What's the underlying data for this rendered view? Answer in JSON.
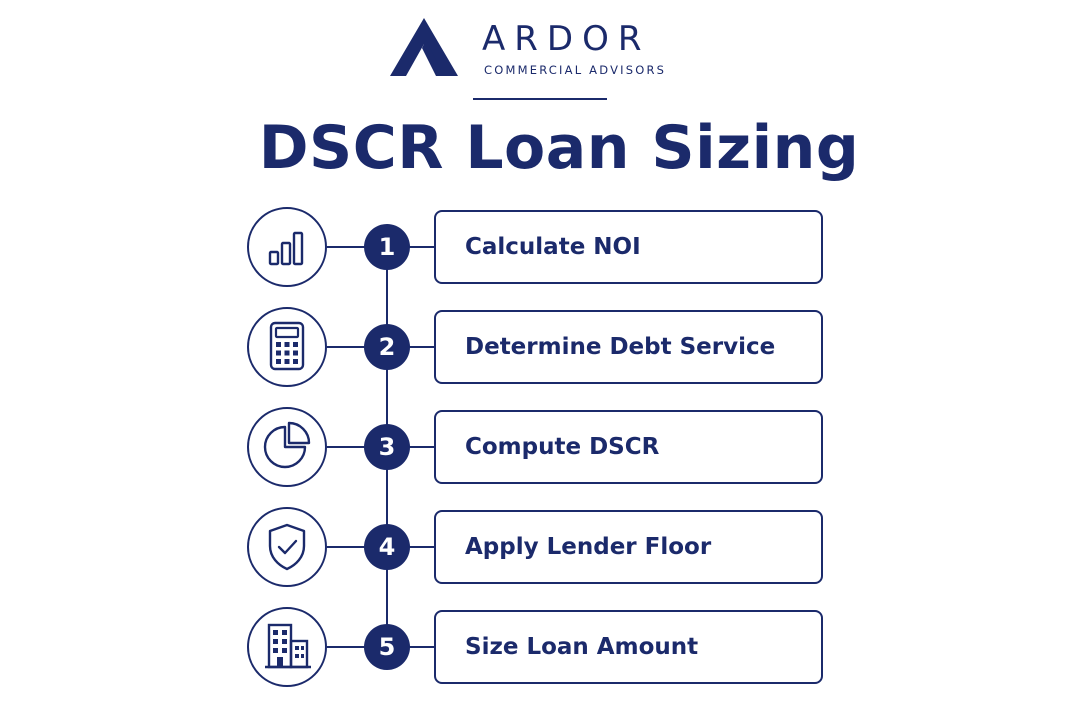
{
  "brand": {
    "name": "ARDOR",
    "tagline": "COMMERCIAL ADVISORS"
  },
  "title": "DSCR Loan Sizing",
  "steps": [
    {
      "number": "1",
      "label": "Calculate NOI",
      "icon": "bar-chart-icon"
    },
    {
      "number": "2",
      "label": "Determine Debt Service",
      "icon": "calculator-icon"
    },
    {
      "number": "3",
      "label": "Compute DSCR",
      "icon": "pie-chart-icon"
    },
    {
      "number": "4",
      "label": "Apply Lender Floor",
      "icon": "shield-check-icon"
    },
    {
      "number": "5",
      "label": "Size Loan Amount",
      "icon": "building-icon"
    }
  ],
  "colors": {
    "primary": "#1b2a6b",
    "background": "#ffffff"
  }
}
